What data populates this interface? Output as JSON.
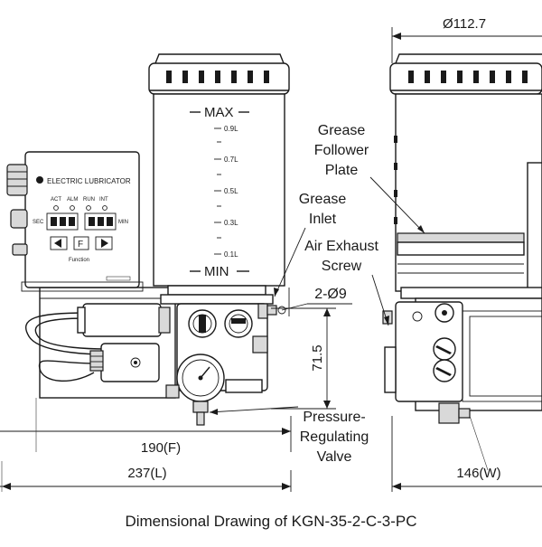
{
  "caption": "Dimensional Drawing of KGN-35-2-C-3-PC",
  "dimensions": {
    "top_width": "Ø112.7",
    "height_bottom": "71.5",
    "mount_holes": "2-Ø9",
    "width_f": "190(F)",
    "length_l": "237(L)",
    "width_w": "146(W)"
  },
  "callouts": {
    "follower_plate": [
      "Grease",
      "Follower",
      "Plate"
    ],
    "grease_inlet": [
      "Grease",
      "Inlet"
    ],
    "air_exhaust": [
      "Air Exhaust",
      "Screw"
    ],
    "pressure_valve": [
      "Pressure-",
      "Regulating",
      "Valve"
    ]
  },
  "reservoir": {
    "max_label": "MAX",
    "min_label": "MIN",
    "levels": [
      "0.9L",
      "0.7L",
      "0.5L",
      "0.3L",
      "0.1L"
    ]
  },
  "controller": {
    "title": "ELECTRIC LUBRICATOR",
    "indicators": [
      "ACT",
      "ALM",
      "RUN",
      "INT"
    ],
    "unit_left": "SEC",
    "unit_right": "MIN",
    "button_label": "F",
    "function_label": "Function"
  }
}
